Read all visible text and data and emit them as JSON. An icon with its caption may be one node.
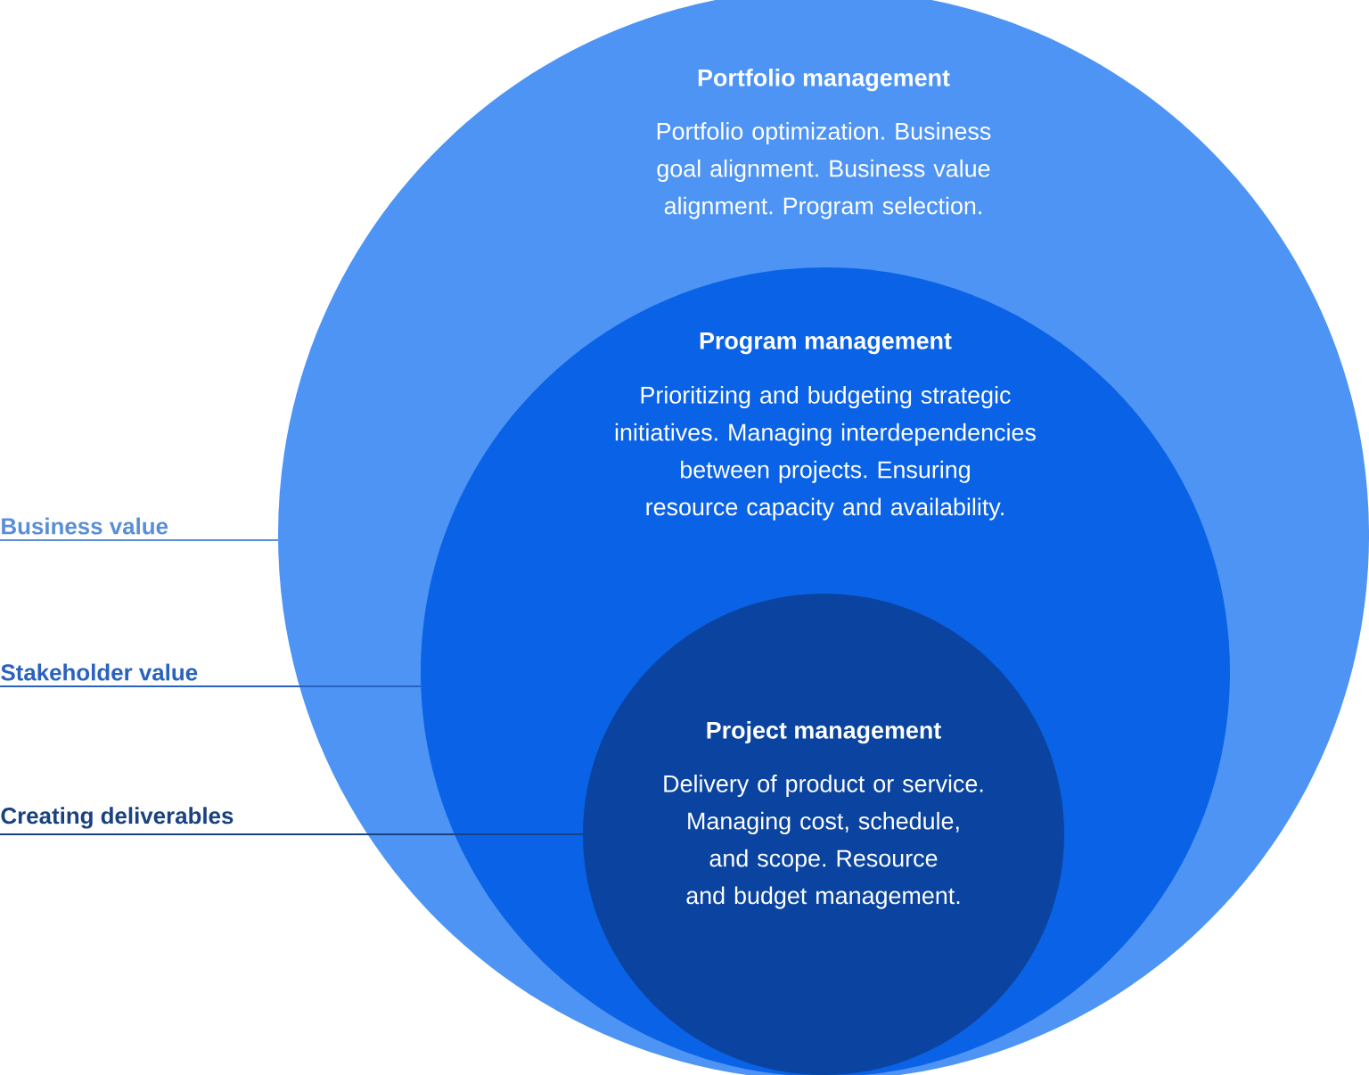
{
  "diagram": {
    "nodes": [
      {
        "text": [
          "Portfolio management",
          "Portfolio optimization. Business goal alignment. Business value alignment. Program selection."
        ]
      },
      {
        "text": [
          "Program management",
          "Prioritizing and budgeting strategic initiatives. Managing interdependencies between projects. Ensuring resource capacity and availability."
        ],
        "in": 0
      },
      {
        "text": [
          "Project management",
          "Delivery of product or service. Managing cost, schedule, and scope. Resource and budget management."
        ],
        "in": 1
      },
      {
        "text": [
          "Business value"
        ]
      },
      {
        "text": [
          "Stakeholder value"
        ]
      },
      {
        "text": [
          "Creating deliverables"
        ]
      }
    ],
    "edges": [
      {
        "from": 3,
        "to": 0,
        "arrow": "none",
        "color": "#5a8fd8"
      },
      {
        "from": 4,
        "to": 1,
        "arrow": "none",
        "color": "#2a62c0"
      },
      {
        "from": 5,
        "to": 2,
        "arrow": "none",
        "color": "#1a4280"
      }
    ]
  }
}
